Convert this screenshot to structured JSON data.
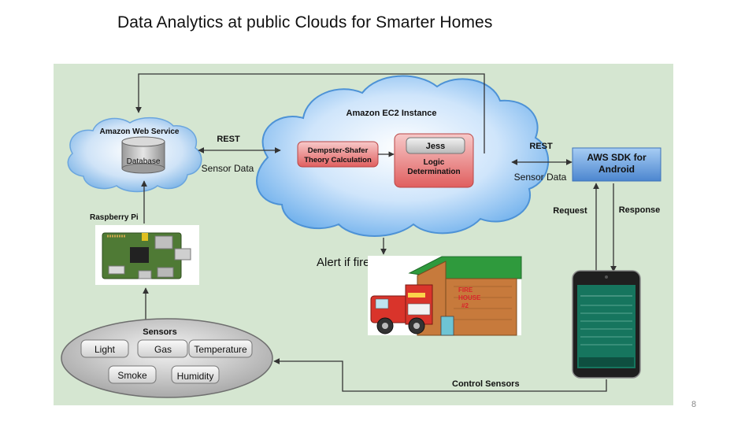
{
  "slide": {
    "title": "Data Analytics at public Clouds for Smarter Homes",
    "page_number": "8"
  },
  "diagram": {
    "ec2_label": "Amazon EC2 Instance",
    "aws_label": "Amazon Web Service",
    "database_label": "Database",
    "rest_left": "REST",
    "sensor_data_left": "Sensor Data",
    "dempster_label_1": "Dempster-Shafer",
    "dempster_label_2": "Theory Calculation",
    "jess_label": "Jess",
    "logic_label_1": "Logic",
    "logic_label_2": "Determination",
    "rest_right": "REST",
    "sensor_data_right": "Sensor Data",
    "aws_sdk_label_1": "AWS SDK for",
    "aws_sdk_label_2": "Android",
    "request_label": "Request",
    "response_label": "Response",
    "raspberry_label": "Raspberry Pi",
    "alert_label": "Alert if fire occurs",
    "fire_house_label_1": "FIRE",
    "fire_house_label_2": "HOUSE",
    "fire_house_label_3": "#2",
    "sensors_title": "Sensors",
    "sensor_light": "Light",
    "sensor_gas": "Gas",
    "sensor_temperature": "Temperature",
    "sensor_smoke": "Smoke",
    "sensor_humidity": "Humidity",
    "control_sensors_label": "Control Sensors"
  },
  "colors": {
    "panel": "#d5e6d1",
    "cloud": "#7ab4ea",
    "sdk_box": "#5f94d6",
    "logic_box": "#e46a6a",
    "sensor_oval": "#c8c8c8"
  }
}
